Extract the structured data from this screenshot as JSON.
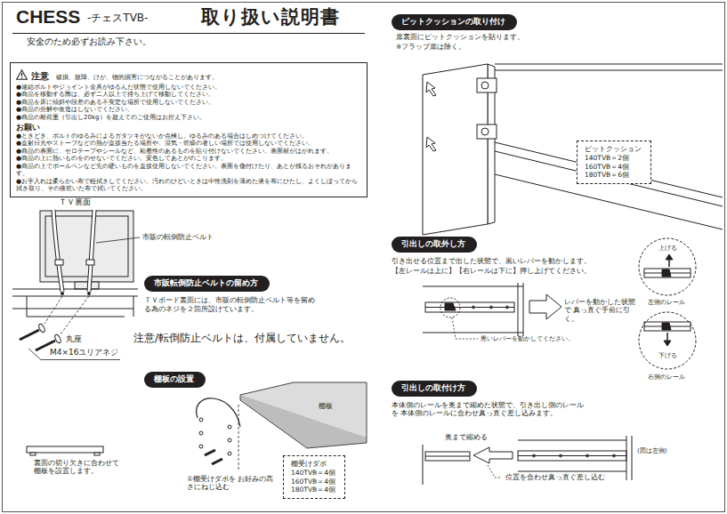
{
  "diagram": {
    "title": "取り扱い説明書",
    "nodes": [
      {
        "text": [
          "注意",
          "破損、故障、けが、物的損害につながることがあります。",
          "●連結ボルトやジョイント金具がゆるんだ状態で使用しないでください。",
          "●商品を移動する際は、必ず二人以上で持ち上げて移動してください。",
          "●商品を床に傾斜や段差のある不安定な場所で使用しないでください。",
          "●商品の分解や改造はしないでください。",
          "●商品の耐荷重（引出し20kg）を超えてのご使用はお控え下さい。",
          "お願い",
          "●ときどき、ボルトのゆるみによるガタツキがないか点検し、ゆるみのある場合はしめつけてください。",
          "●直射日光やストーブなどの熱が直接当たる場所や、湿気・乾燥の著しい場所では使用しないでください。",
          "●商品の表面に、セロテープやシールなど、粘着性のあるものを貼り付けないでください。表面材がはがれます。",
          "●商品の上に熱いものをのせないでください。変色してあとがのこります。",
          "●商品の上でボールペンなど先の硬いものを直接使用しないでください。表面を傷付けたり、あとが残るおそれがあります。",
          "●お手入れは柔らかい布で軽拭きしてください。汚れのひどいときは中性洗剤を薄めた液を布にひたし、よくしぼってから拭き取り、その後乾いた布で拭いてください。"
        ]
      },
      {
        "text": [
          "市販転倒防止ベルトの留め方"
        ]
      },
      {
        "text": [
          "棚板の設置"
        ]
      },
      {
        "text": [
          "棚受けダボ",
          "140TVB＝4個",
          "160TVB＝4個",
          "180TVB＝4個"
        ]
      },
      {
        "text": [
          "ピットクッションの取り付け"
        ]
      },
      {
        "text": [
          "ピットクッション",
          "140TVB＝2個",
          "160TVB＝4個",
          "180TVB＝6個"
        ]
      },
      {
        "text": [
          "引出しの取外し方"
        ]
      },
      {
        "text": [
          "上げる"
        ]
      },
      {
        "text": [
          "下げる"
        ]
      },
      {
        "text": [
          "引出しの取付け方"
        ]
      }
    ],
    "labels": [
      "CHESS",
      "-チェスTVB-",
      "安全のため必ずお読み下さい。",
      "ＴＶ裏面",
      "市販の転倒防止ベルト",
      "ＴＶボード裏面には、市販の転倒防止ベルト等を留める為のネジを２箇所設けています。",
      "注意/転倒防止ベルトは、付属していません。",
      "丸座",
      "M4×16ユリアネジ",
      "棚板",
      "裏面の切り欠きに合わせて 棚板を設置します。",
      "①棚受けダボを お好みの高さにねじ込む",
      "扉裏面にピットクッションを貼ります。",
      "※フラップ扉は除く。",
      "引き出せる位置まで出した状態で、黒いレバーを動かします。",
      "【左レールは上に】【右レールは下に】押し上げてください。",
      "レバーを動かした状態で 真っ直ぐ手前に引く。",
      "黒いレバーを動かしてください。",
      "左側のレール",
      "右側のレール",
      "本体側のレールを奥まで縮めた状態で、引き出し側のレールを 本体側のレールに合わせ真っ直ぐ差し込みます。",
      "奥まで縮める",
      "(図は左側)",
      "位置を合わせ真っ直ぐ差し込む"
    ]
  }
}
